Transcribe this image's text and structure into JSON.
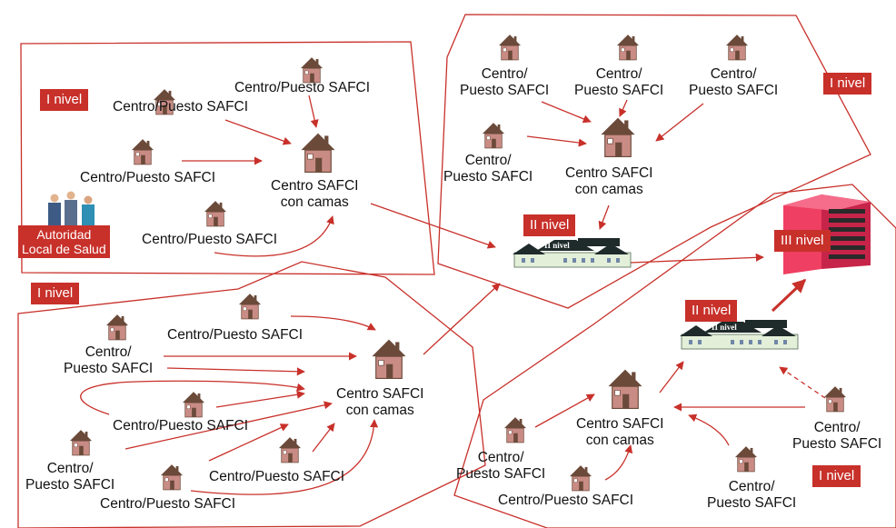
{
  "colors": {
    "accent": "#c8302a",
    "house_roof": "#6b4a3a",
    "house_wall": "#c98c85",
    "hospital3": "#ee3b5f"
  },
  "icons": [
    "house-icon",
    "hospital-level2-icon",
    "hospital-level3-icon",
    "people-icon"
  ],
  "level_labels": {
    "nivel1": "I nivel",
    "nivel2": "II nivel",
    "nivel3": "III nivel",
    "hospital_sign": "II nivel"
  },
  "authority": {
    "line1": "Autoridad",
    "line2": "Local de Salud"
  },
  "centers": {
    "puesto": "Centro/Puesto SAFCI",
    "puesto_l1": "Centro/",
    "puesto_l2": "Puesto SAFCI",
    "camas_l1": "Centro SAFCI",
    "camas_l2": "con camas"
  }
}
